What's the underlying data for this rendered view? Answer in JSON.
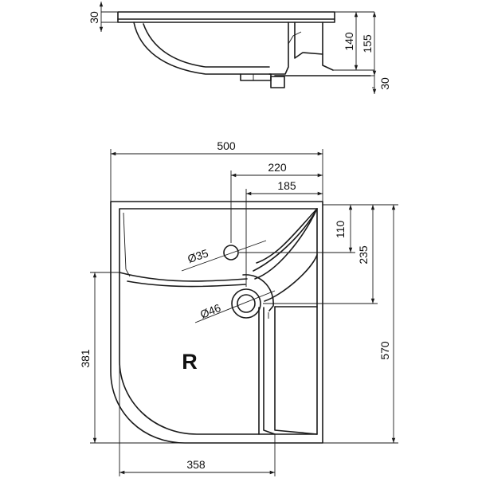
{
  "side_view": {
    "dims": {
      "top_left": "30",
      "right_inner": "140",
      "right_outer": "155",
      "bottom_right": "30"
    }
  },
  "plan_view": {
    "dims": {
      "width": "500",
      "hole_from_right": "220",
      "drain_from_right": "185",
      "hole_from_back": "110",
      "drain_from_back": "235",
      "depth": "570",
      "left_side": "381",
      "bottom_width": "358",
      "tap_hole_dia": "Ø35",
      "drain_dia": "Ø46"
    },
    "handedness_mark": "R"
  }
}
